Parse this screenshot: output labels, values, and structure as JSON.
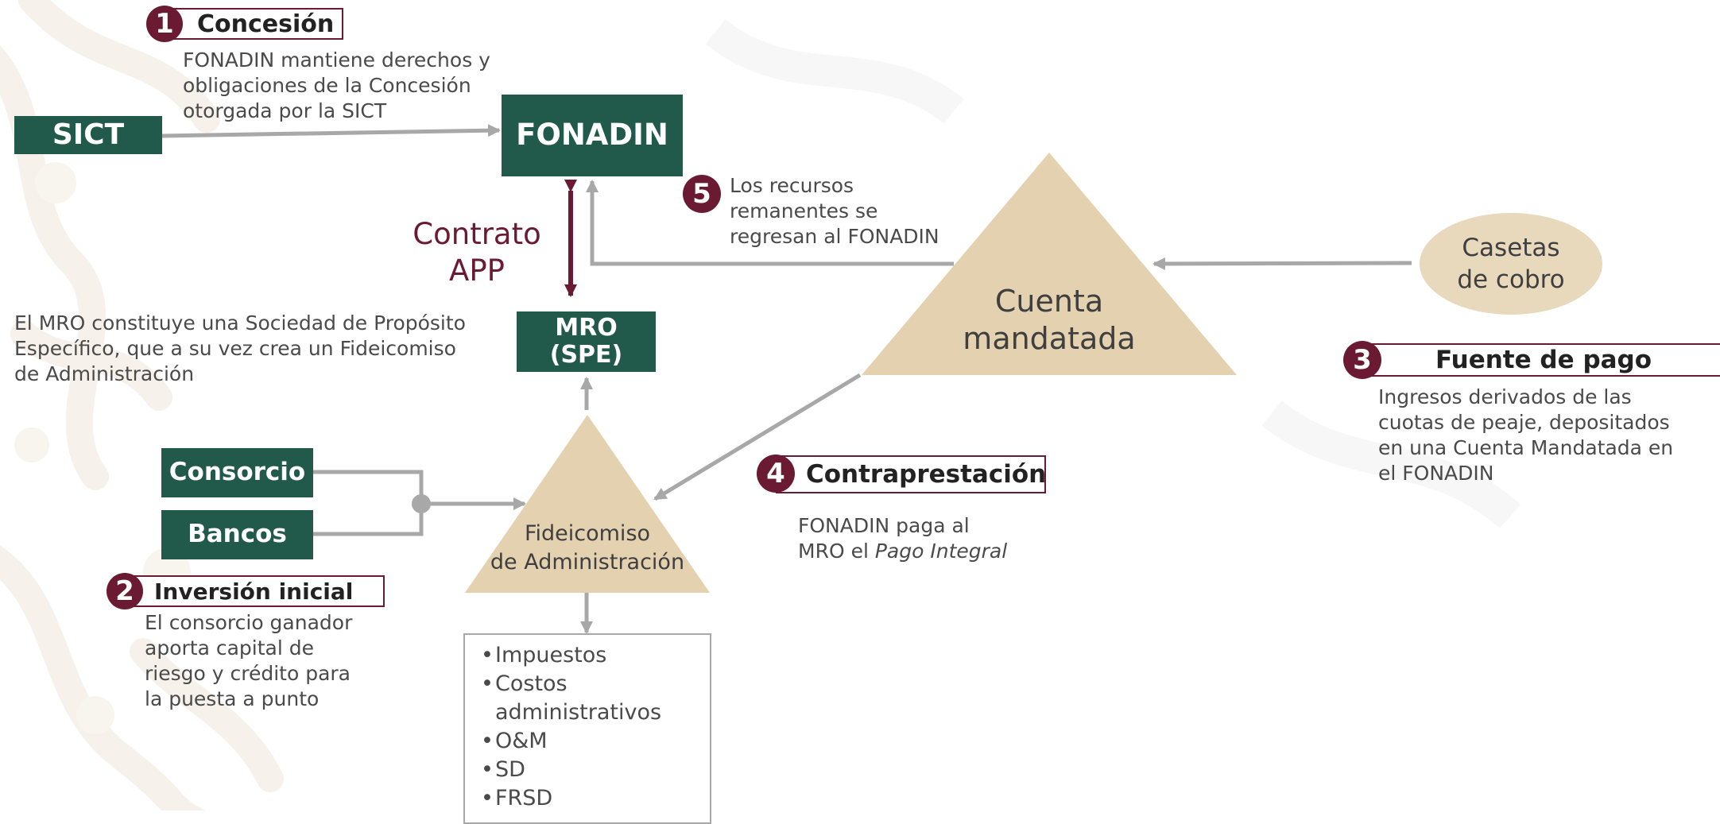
{
  "nodes": {
    "sict": "SICT",
    "fonadin": "FONADIN",
    "mro_line1": "MRO",
    "mro_line2": "(SPE)",
    "consorcio": "Consorcio",
    "bancos": "Bancos",
    "casetas_line1": "Casetas",
    "casetas_line2": "de cobro",
    "cuenta_line1": "Cuenta",
    "cuenta_line2": "mandatada",
    "fideicomiso_line1": "Fideicomiso",
    "fideicomiso_line2": "de Administración"
  },
  "contrato": {
    "line1": "Contrato",
    "line2": "APP"
  },
  "steps": [
    {
      "number": "1",
      "title": "Concesión",
      "lines": [
        "FONADIN mantiene derechos y",
        "obligaciones de la Concesión",
        "otorgada por la SICT"
      ]
    },
    {
      "number": "2",
      "title": "Inversión inicial",
      "lines": [
        "El consorcio ganador",
        "aporta capital de",
        "riesgo y crédito para",
        "la puesta a punto"
      ]
    },
    {
      "number": "3",
      "title": "Fuente de pago",
      "lines": [
        "Ingresos derivados de las",
        "cuotas de peaje, depositados",
        "en una Cuenta Mandatada en",
        "el FONADIN"
      ]
    },
    {
      "number": "4",
      "title": "Contraprestación",
      "line1": "FONADIN paga al",
      "line2_prefix": "MRO el ",
      "line2_italic": "Pago Integral"
    },
    {
      "number": "5",
      "lines": [
        "Los recursos",
        "remanentes se",
        "regresan al FONADIN"
      ]
    }
  ],
  "mro_note": [
    "El MRO constituye una Sociedad de Propósito",
    "Específico, que a su vez crea un Fideicomiso",
    "de Administración"
  ],
  "expenses": [
    "Impuestos",
    "Costos",
    "administrativos",
    "O&M",
    "SD",
    "FRSD"
  ],
  "colors": {
    "green": "#215a4b",
    "maroon": "#6b1a33",
    "beige": "#e3d1b0",
    "gray_arrow": "#a8a8a8"
  }
}
